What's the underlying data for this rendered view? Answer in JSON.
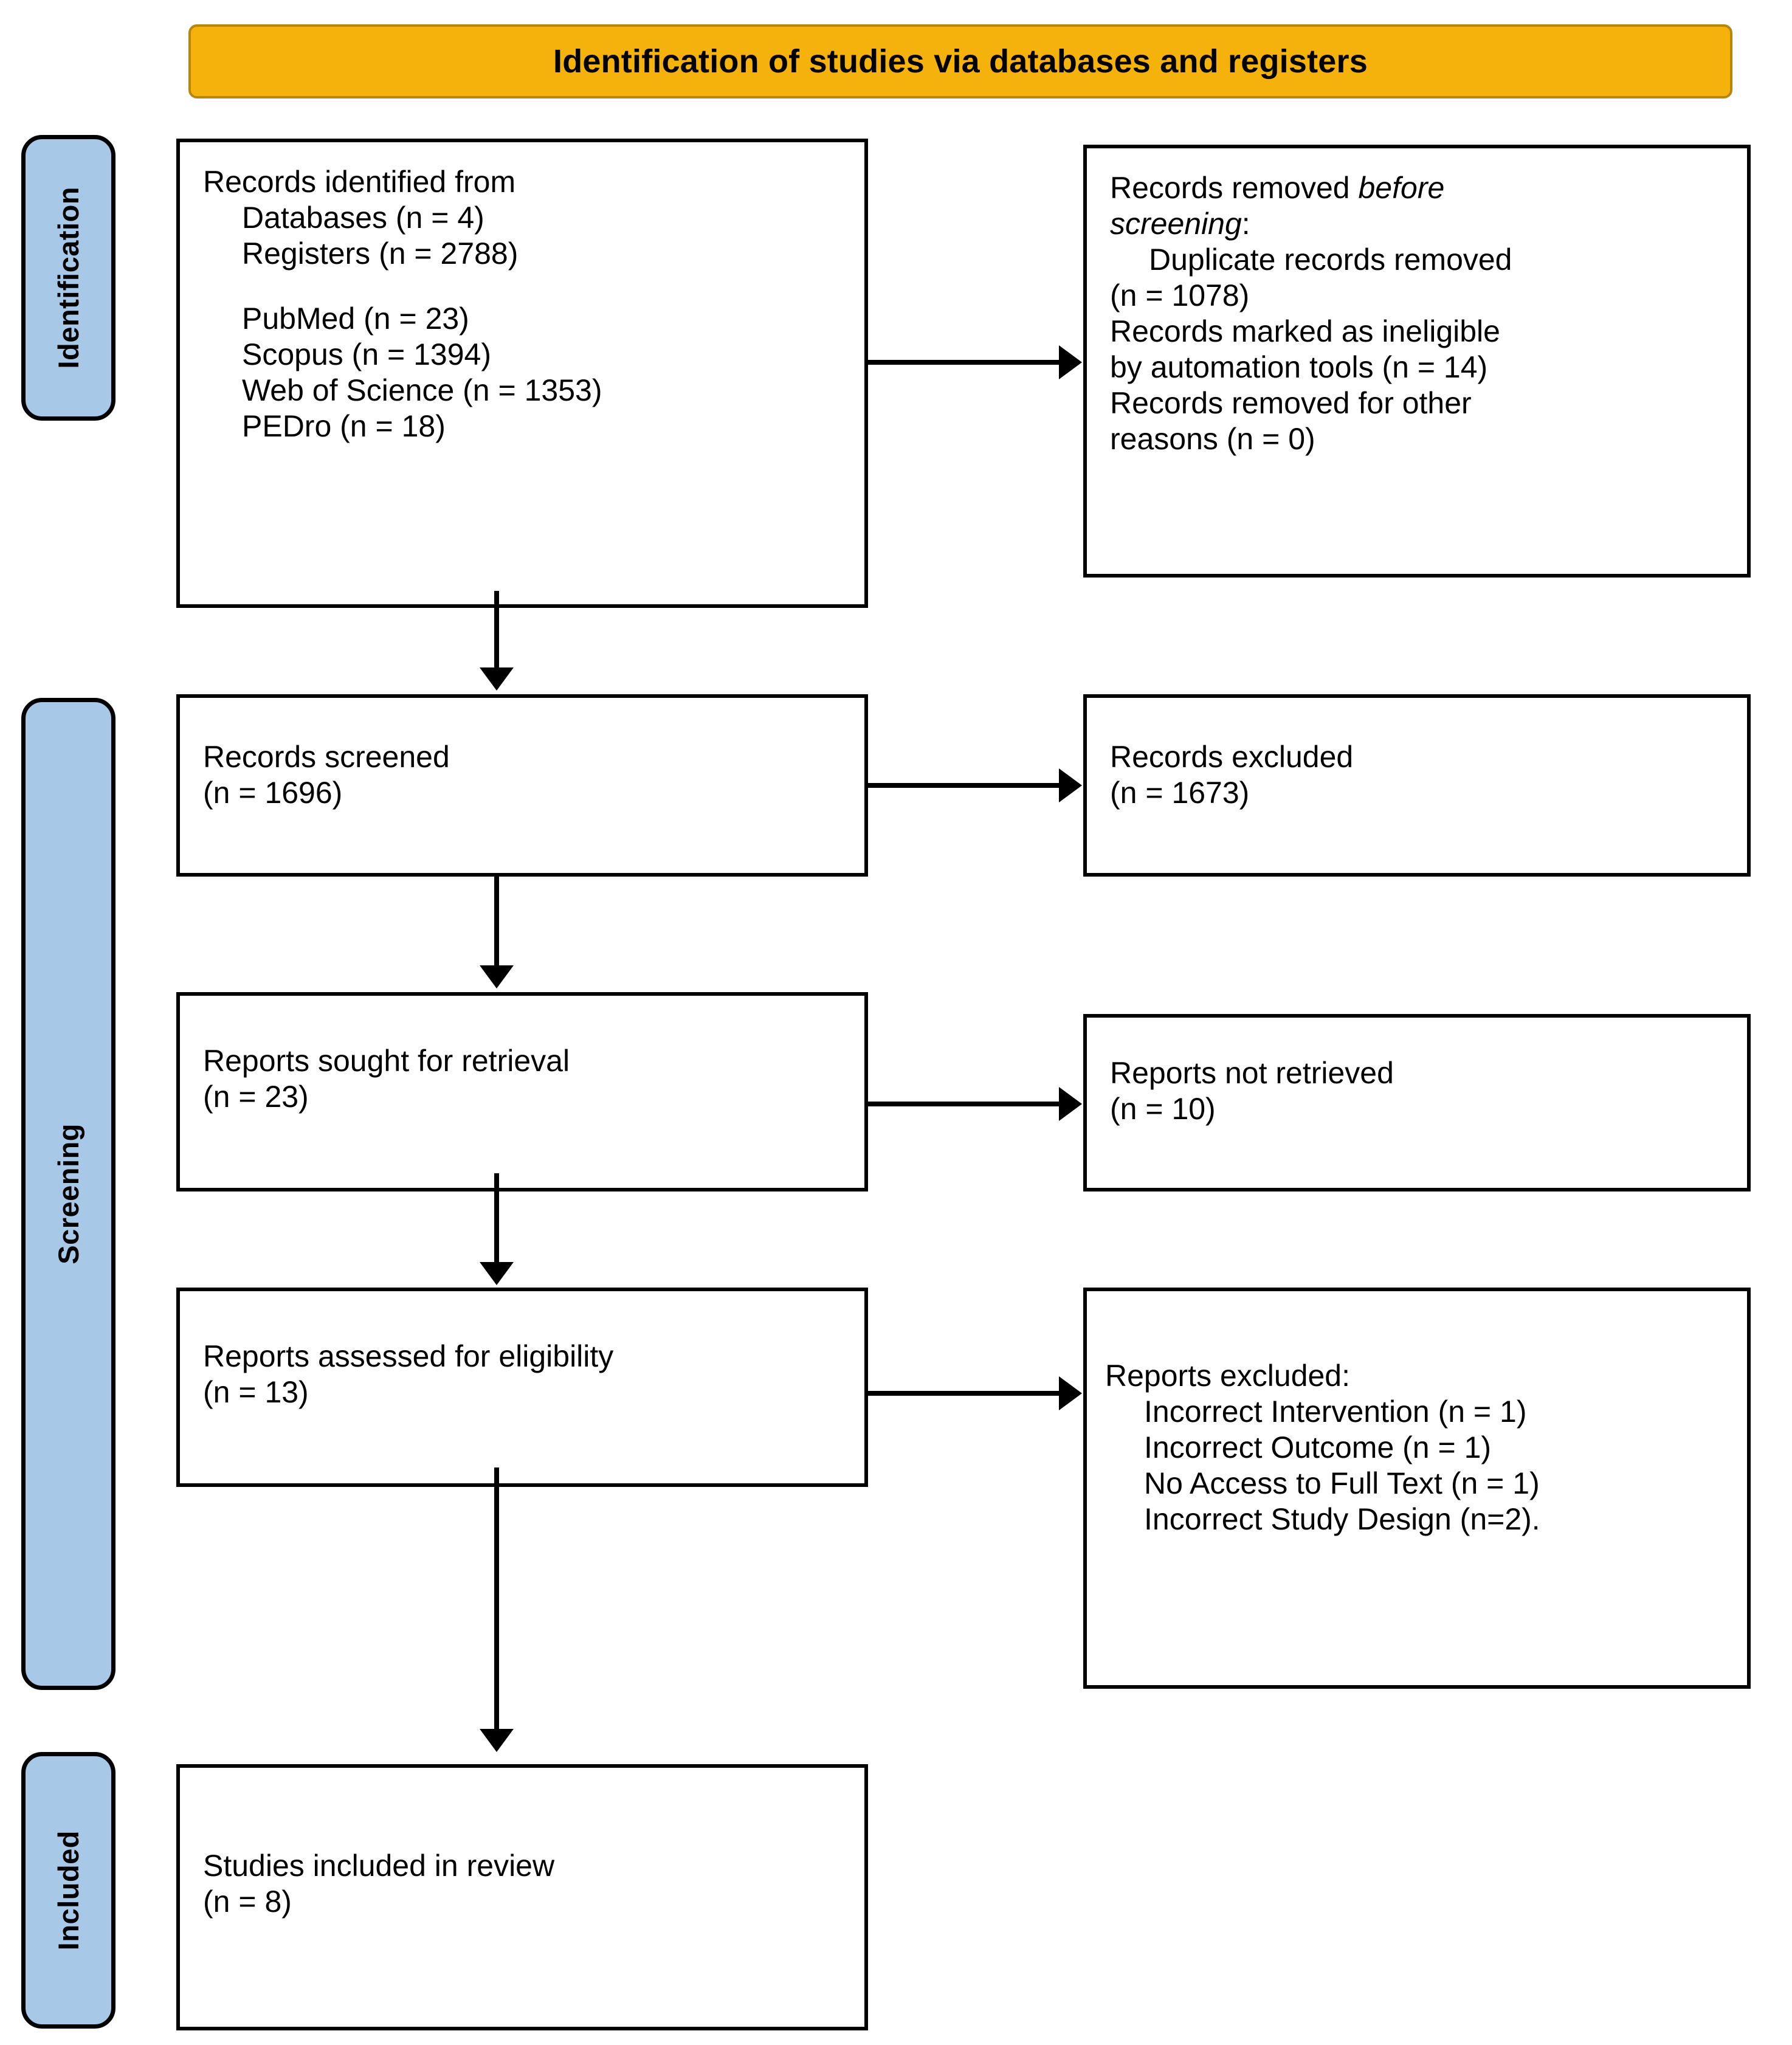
{
  "header": {
    "title": "Identification of studies via databases and registers",
    "color": "#F5B20A",
    "border_color": "#B5870B"
  },
  "phases": {
    "color": "#A8C8E8",
    "identification": "Identification",
    "screening": "Screening",
    "included": "Included"
  },
  "boxes": {
    "records_identified": {
      "l1": "Records identified from",
      "l2": "Databases (n = 4)",
      "l3": "Registers (n = 2788)",
      "l4": "PubMed (n = 23)",
      "l5": "Scopus (n = 1394)",
      "l6": "Web of Science (n = 1353)",
      "l7": "PEDro (n = 18)"
    },
    "records_removed": {
      "l1a": "Records removed ",
      "l1b": "before",
      "l2a": "screening",
      "l2b": ":",
      "l3": "Duplicate records removed",
      "l4": "(n = 1078)",
      "l5": "Records marked as ineligible",
      "l6": "by automation tools (n = 14)",
      "l7": "Records removed for other",
      "l8": "reasons (n = 0)"
    },
    "records_screened": {
      "l1": "Records screened",
      "l2": "(n = 1696)"
    },
    "records_excluded": {
      "l1": "Records excluded",
      "l2": "(n = 1673)"
    },
    "reports_sought": {
      "l1": "Reports sought for retrieval",
      "l2": "(n = 23)"
    },
    "reports_not_retrieved": {
      "l1": "Reports not retrieved",
      "l2": "(n = 10)"
    },
    "reports_assessed": {
      "l1": "Reports assessed for eligibility",
      "l2": "(n = 13)"
    },
    "reports_excluded": {
      "l1": "Reports excluded:",
      "l2": "Incorrect Intervention (n = 1)",
      "l3": "Incorrect Outcome (n = 1)",
      "l4": "No Access to Full Text (n = 1)",
      "l5": "Incorrect Study Design (n=2)."
    },
    "studies_included": {
      "l1": "Studies included in review",
      "l2": "(n = 8)"
    }
  }
}
